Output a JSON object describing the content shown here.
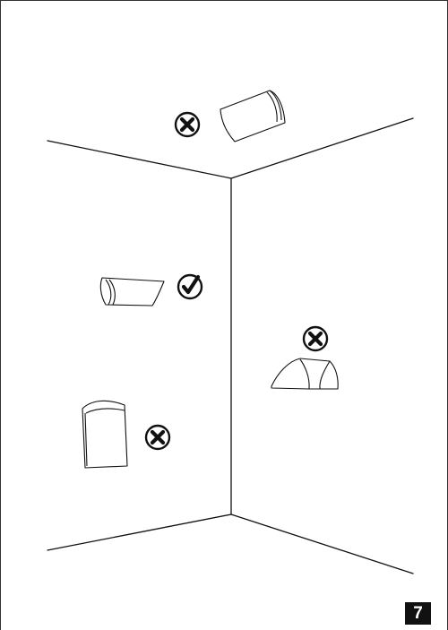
{
  "page": {
    "number": "7"
  },
  "room": {
    "surfaces": [
      "ceiling",
      "left-wall",
      "right-wall",
      "floor"
    ]
  },
  "placements": [
    {
      "location": "ceiling",
      "verdict": "incorrect",
      "icon": "cross-mark-icon"
    },
    {
      "location": "left-wall-high",
      "verdict": "correct",
      "icon": "check-mark-icon"
    },
    {
      "location": "right-wall",
      "verdict": "incorrect",
      "icon": "cross-mark-icon"
    },
    {
      "location": "left-wall-low",
      "verdict": "incorrect",
      "icon": "cross-mark-icon"
    }
  ],
  "colors": {
    "line": "#111111",
    "badge_background": "#111111",
    "badge_text": "#ffffff"
  }
}
